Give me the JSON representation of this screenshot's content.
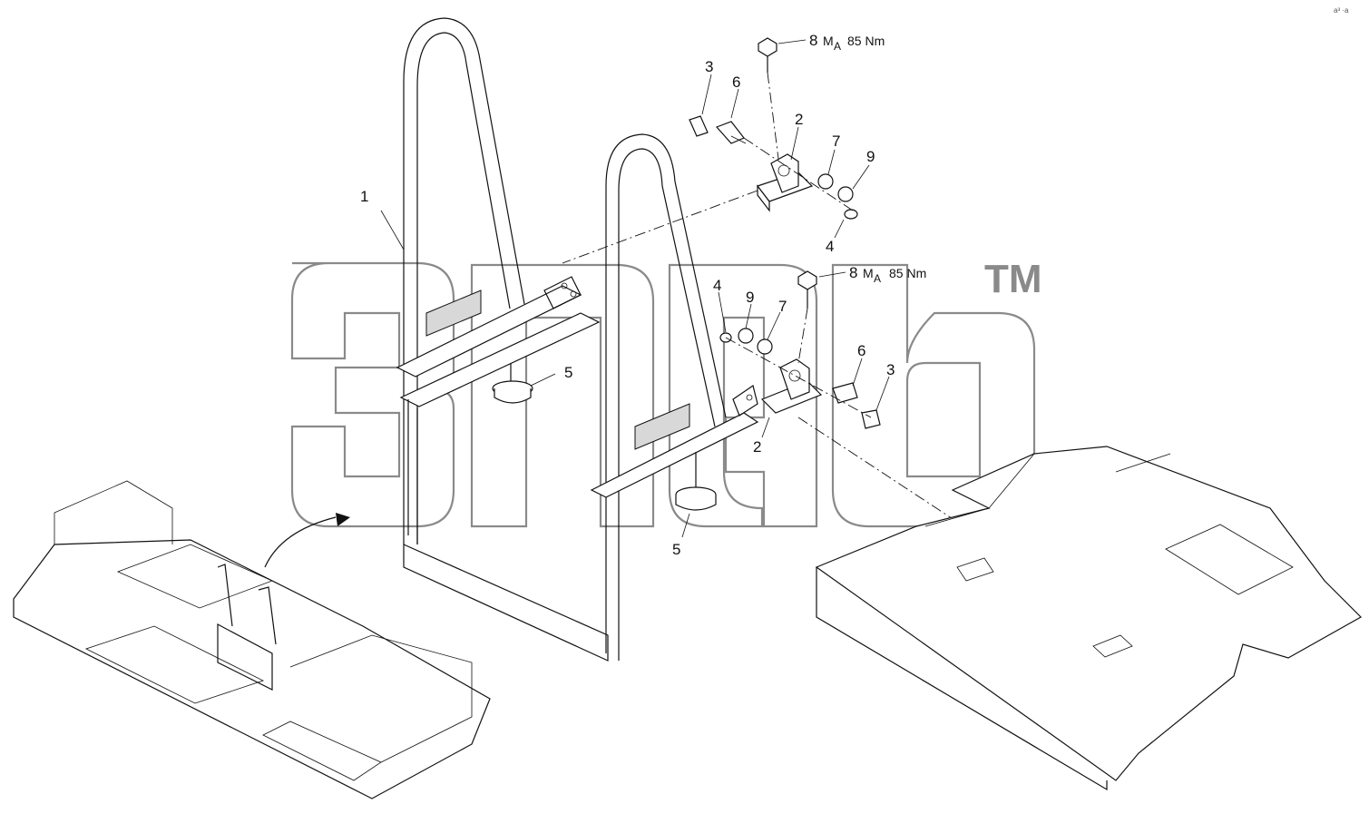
{
  "diagram": {
    "callouts": [
      {
        "id": "c1",
        "label": "1"
      },
      {
        "id": "c2a",
        "label": "2"
      },
      {
        "id": "c2b",
        "label": "2"
      },
      {
        "id": "c3a",
        "label": "3"
      },
      {
        "id": "c3b",
        "label": "3"
      },
      {
        "id": "c4a",
        "label": "4"
      },
      {
        "id": "c4b",
        "label": "4"
      },
      {
        "id": "c5a",
        "label": "5"
      },
      {
        "id": "c5b",
        "label": "5"
      },
      {
        "id": "c6a",
        "label": "6"
      },
      {
        "id": "c6b",
        "label": "6"
      },
      {
        "id": "c7a",
        "label": "7"
      },
      {
        "id": "c7b",
        "label": "7"
      },
      {
        "id": "c9a",
        "label": "9"
      },
      {
        "id": "c9b",
        "label": "9"
      }
    ],
    "torque_top": {
      "num": "8",
      "m": "M",
      "sub": "A",
      "value": "85 Nm"
    },
    "torque_mid": {
      "num": "8",
      "m": "M",
      "sub": "A",
      "value": "85 Nm"
    },
    "watermark_tm": "TM",
    "corner_mark": "a³ ·a"
  }
}
